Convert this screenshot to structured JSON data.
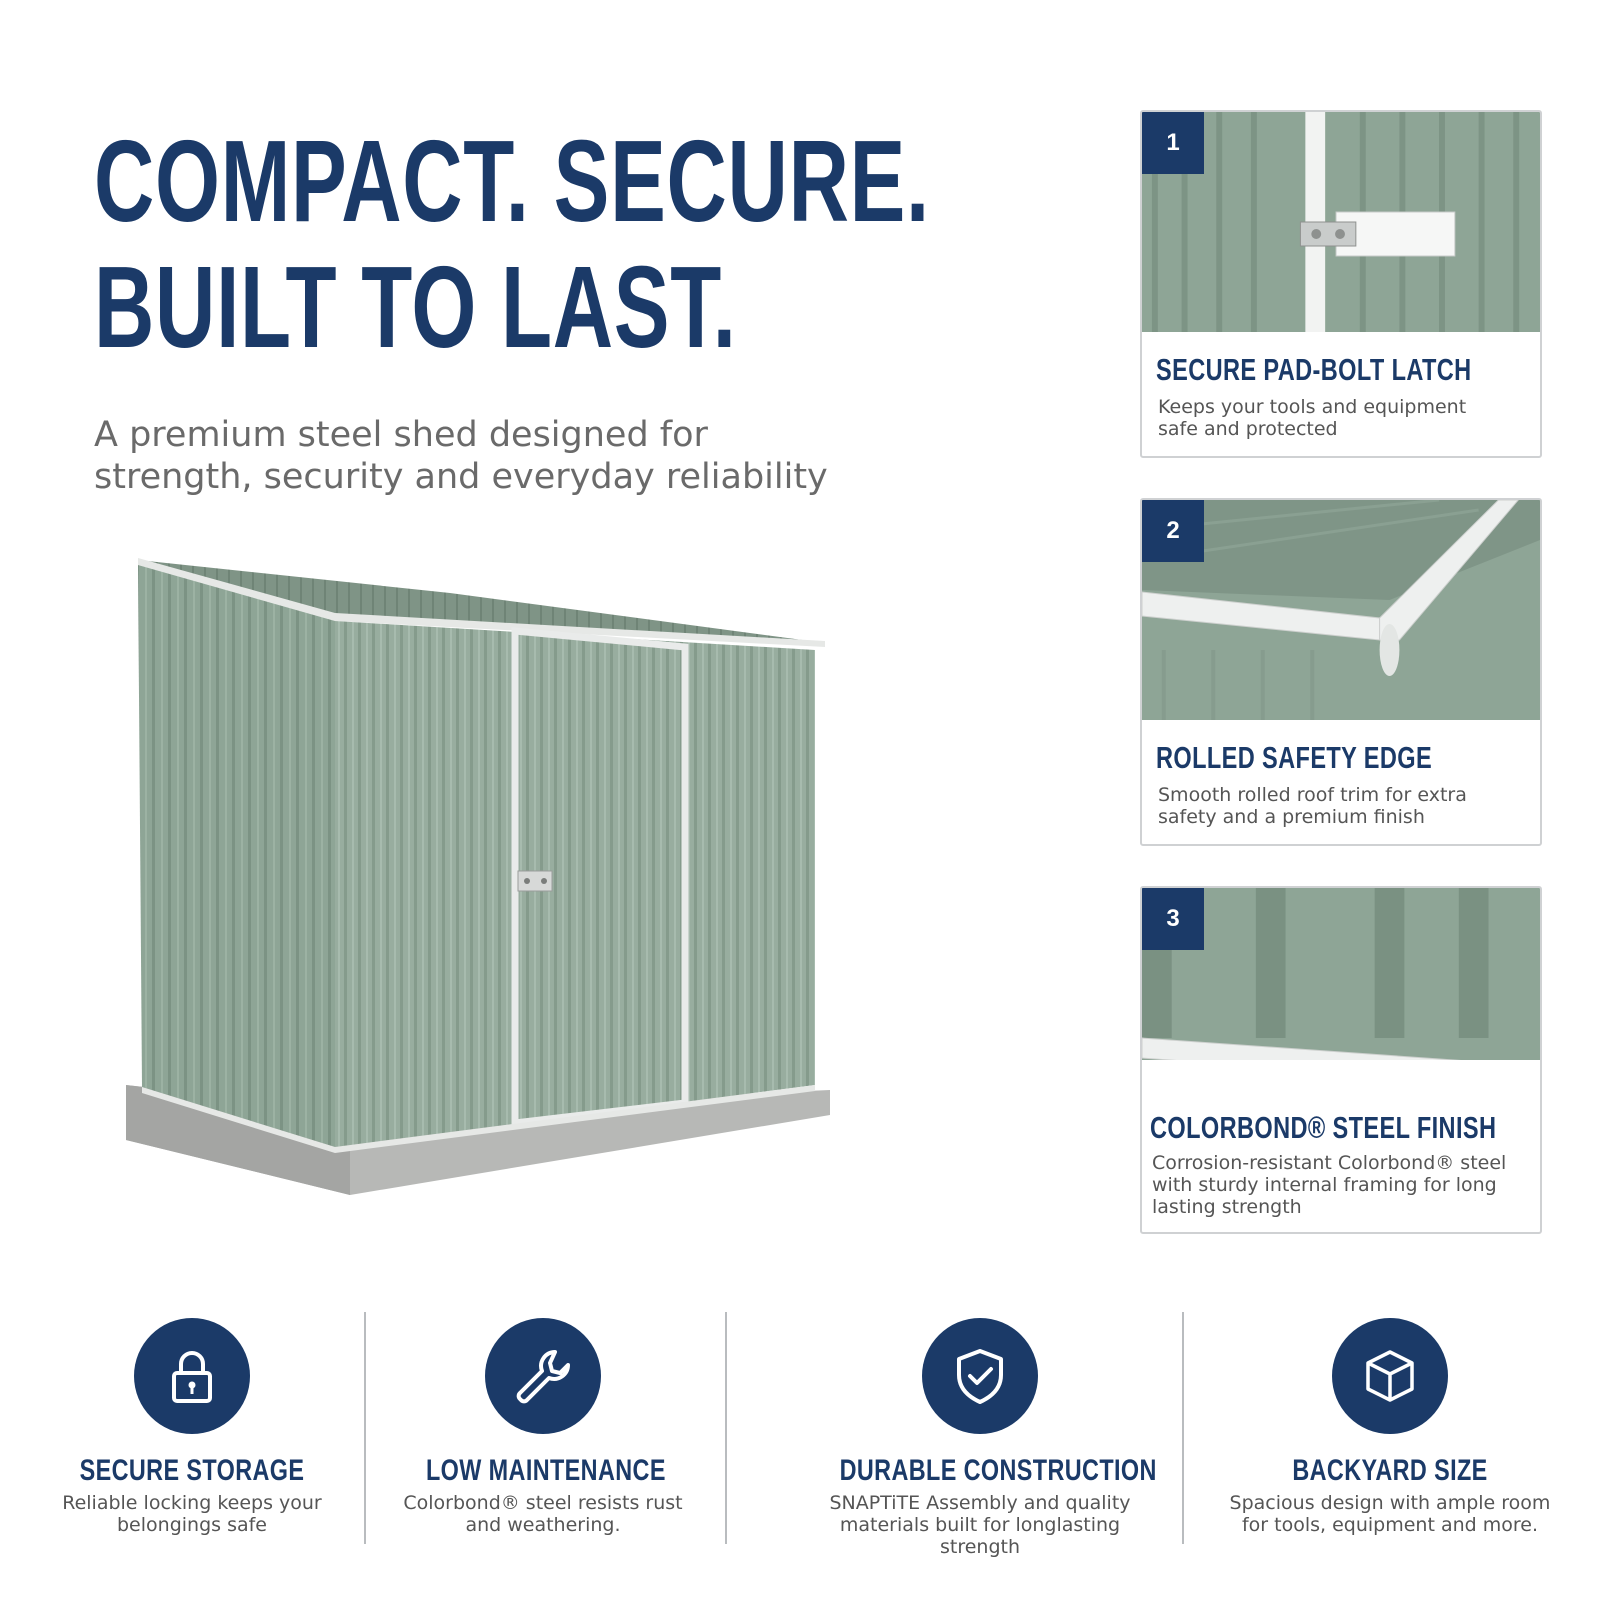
{
  "headline": {
    "line1": "COMPACT. SECURE.",
    "line2": "BUILT TO LAST."
  },
  "subtitle": {
    "line1": "A premium steel shed designed for",
    "line2": "strength, security and everyday reliability"
  },
  "colors": {
    "navy": "#1b3a68",
    "shed_green": "#8fa597",
    "text_gray": "#6a6a6a"
  },
  "cards": [
    {
      "number": "1",
      "title": "SECURE PAD-BOLT LATCH",
      "desc_line1": "Keeps your tools and equipment",
      "desc_line2": "safe and protected",
      "desc_line3": ""
    },
    {
      "number": "2",
      "title": "ROLLED SAFETY EDGE",
      "desc_line1": "Smooth rolled roof trim for extra",
      "desc_line2": "safety and a premium finish",
      "desc_line3": ""
    },
    {
      "number": "3",
      "title": "COLORBOND® STEEL FINISH",
      "desc_line1": "Corrosion-resistant Colorbond® steel",
      "desc_line2": "with sturdy internal framing for long",
      "desc_line3": "lasting strength"
    }
  ],
  "features": [
    {
      "icon": "lock-icon",
      "title": "SECURE STORAGE",
      "desc_line1": "Reliable locking keeps your",
      "desc_line2": "belongings safe"
    },
    {
      "icon": "wrench-icon",
      "title": "LOW MAINTENANCE",
      "desc_line1": "Colorbond® steel resists rust",
      "desc_line2": "and weathering."
    },
    {
      "icon": "shield-check-icon",
      "title": "DURABLE CONSTRUCTION",
      "desc_line1": "SNAPTiTE Assembly and quality",
      "desc_line2": "materials built for longlasting strength"
    },
    {
      "icon": "box-icon",
      "title": "BACKYARD SIZE",
      "desc_line1": "Spacious design with ample room",
      "desc_line2": "for tools, equipment and more."
    }
  ]
}
